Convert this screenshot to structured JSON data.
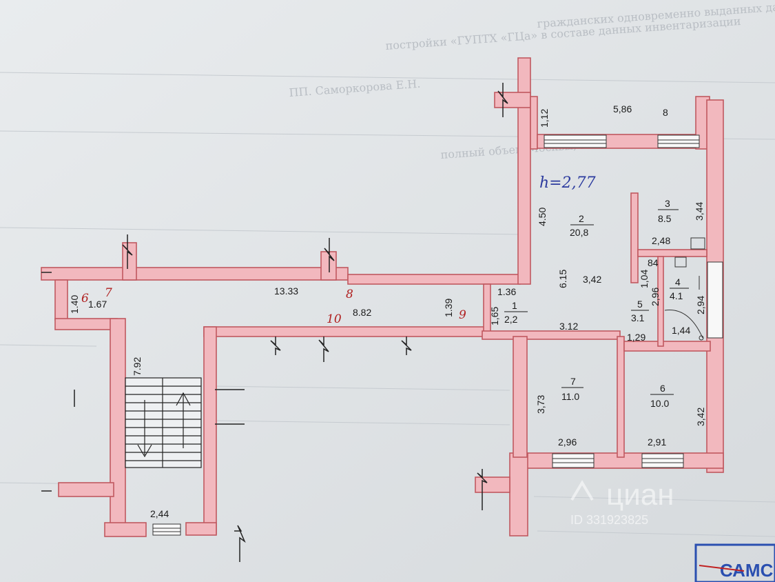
{
  "plan": {
    "ceiling_height": "h=2,77",
    "rooms": [
      {
        "id": "1",
        "number": "1",
        "area": "2,2"
      },
      {
        "id": "2",
        "number": "2",
        "area": "20,8"
      },
      {
        "id": "3",
        "number": "3",
        "area": "8.5"
      },
      {
        "id": "4",
        "number": "4",
        "area": "4.1"
      },
      {
        "id": "5",
        "number": "5",
        "area": "3.1"
      },
      {
        "id": "6",
        "number": "6",
        "area": "10.0"
      },
      {
        "id": "7",
        "number": "7",
        "area": "11.0"
      }
    ],
    "balcony": {
      "length": "5,86",
      "number": "8",
      "depth": "1,12"
    },
    "dimensions": {
      "corridor_top": "13.33",
      "corridor_bottom": "8.82",
      "left_end_w": "1.67",
      "left_end_h": "1.40",
      "stair_length": "7.92",
      "stair_width": "2,44",
      "room2_side": "4.50",
      "room2_depth": "6.15",
      "room2_width": "3,42",
      "room1_w": "1.36",
      "room1_h": "1.39",
      "room1_h2": "1,65",
      "room3_len": "3,44",
      "room3_w": "2,48",
      "room4_w": "84",
      "room4_h": "2,94",
      "room5_w": "1,04",
      "room5_h": "2,96",
      "room4_d": "1,44",
      "room6_w": "1,29",
      "room7_top": "3.12",
      "room7_h": "3,73",
      "room7_w": "2,96",
      "room6_h": "3,42",
      "room6_bot": "2,91"
    },
    "annotations": [
      "6",
      "7",
      "8",
      "9",
      "10"
    ]
  },
  "background_text": [
    "постройки «ГУПТХ «ГЦа» в составе данных инвентаризации",
    "гражданских одновременно выданных данных",
    "ПП. Саморкорова Е.Н.",
    "полный объем Москвы, Ростов и далее"
  ],
  "watermark": {
    "brand": "циан",
    "id": "ID 331923825"
  },
  "stamp": {
    "text": "САМС"
  },
  "colors": {
    "wall": "#f2b8be",
    "wall_edge": "#c0585f",
    "ink": "#1a1a1a",
    "paper": "#e3e7ea"
  }
}
